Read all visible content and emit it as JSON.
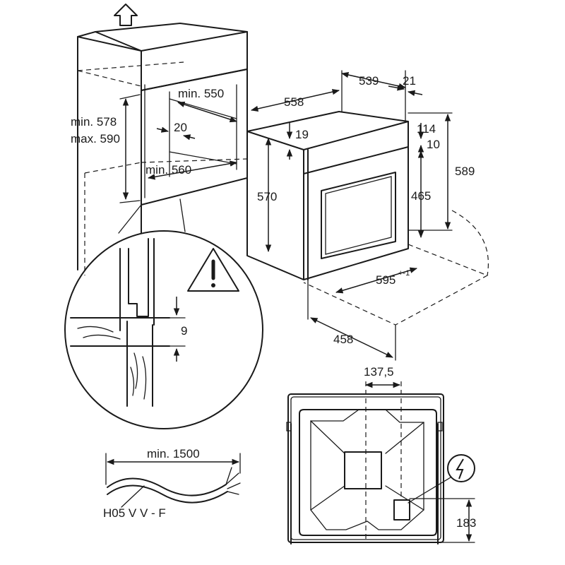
{
  "diagram": {
    "cabinet": {
      "min_height": "min. 578",
      "max_height": "max. 590",
      "min_depth": "min. 550",
      "gap": "20",
      "min_width": "min. 560"
    },
    "detail": {
      "gap_mm": "9"
    },
    "oven": {
      "body_depth": "558",
      "front_offset": "539",
      "panel_thickness": "21",
      "top_clearance": "19",
      "control_height": "114",
      "frame_offset": "10",
      "body_height": "570",
      "front_height": "589",
      "door_height": "465",
      "front_width": "595",
      "front_width_tolerance": "+-1",
      "bottom_depth": "458"
    },
    "back_panel": {
      "connection_offset_x": "137,5",
      "connection_height": "183"
    },
    "cable": {
      "min_length": "min. 1500",
      "cable_type": "H05 V V - F"
    }
  }
}
